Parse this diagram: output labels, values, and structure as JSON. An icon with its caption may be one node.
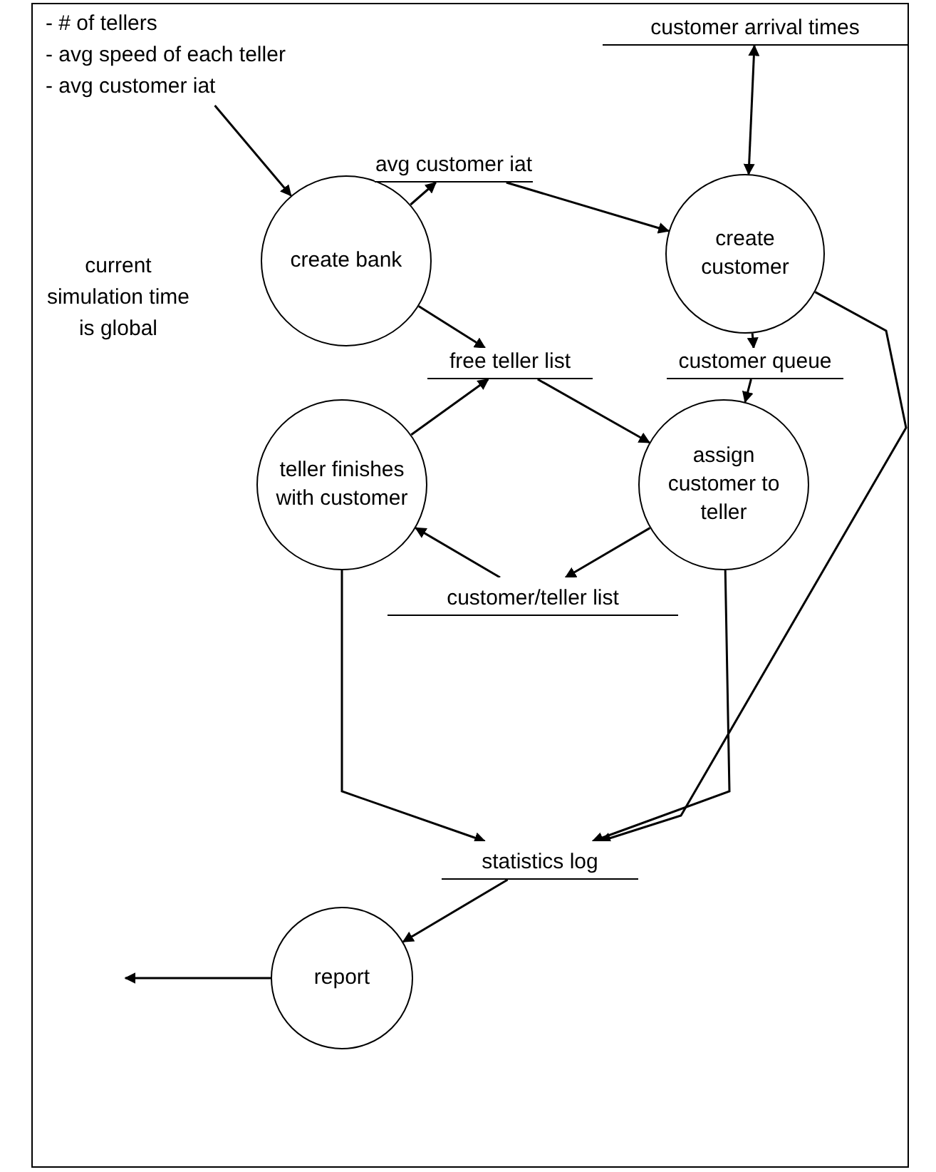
{
  "diagram": {
    "nodes": [
      {
        "text": [
          "- # of tellers",
          "- avg speed of each teller",
          "- avg customer iat"
        ]
      },
      {
        "text": [
          "create bank"
        ]
      },
      {
        "text": [
          "avg customer iat"
        ]
      },
      {
        "text": [
          "customer arrival times"
        ]
      },
      {
        "text": [
          "create customer"
        ]
      },
      {
        "text": [
          "free teller list"
        ]
      },
      {
        "text": [
          "customer queue"
        ]
      },
      {
        "text": [
          "teller finishes with customer"
        ]
      },
      {
        "text": [
          "assign customer to teller"
        ]
      },
      {
        "text": [
          "customer/teller list"
        ]
      },
      {
        "text": [
          "statistics log"
        ]
      },
      {
        "text": [
          "report"
        ]
      }
    ],
    "edges": [
      {
        "from": 0,
        "to": 1,
        "arrow": "to"
      },
      {
        "from": 1,
        "to": 2,
        "arrow": "to"
      },
      {
        "from": 2,
        "to": 4,
        "arrow": "to"
      },
      {
        "from": 3,
        "to": 4,
        "arrow": "both"
      },
      {
        "from": 1,
        "to": 5,
        "arrow": "to"
      },
      {
        "from": 4,
        "to": 6,
        "arrow": "to"
      },
      {
        "from": 5,
        "to": 8,
        "arrow": "to"
      },
      {
        "from": 6,
        "to": 8,
        "arrow": "to"
      },
      {
        "from": 7,
        "to": 5,
        "arrow": "to"
      },
      {
        "from": 9,
        "to": 7,
        "arrow": "to"
      },
      {
        "from": 8,
        "to": 9,
        "arrow": "to"
      },
      {
        "from": 7,
        "to": 10,
        "arrow": "to"
      },
      {
        "from": 8,
        "to": 10,
        "arrow": "to"
      },
      {
        "from": 4,
        "to": 10,
        "arrow": "to"
      },
      {
        "from": 10,
        "to": 11,
        "arrow": "to"
      },
      {
        "from": 11,
        "to": null,
        "arrow": "to"
      }
    ],
    "labels": [
      "current simulation time is global"
    ]
  }
}
